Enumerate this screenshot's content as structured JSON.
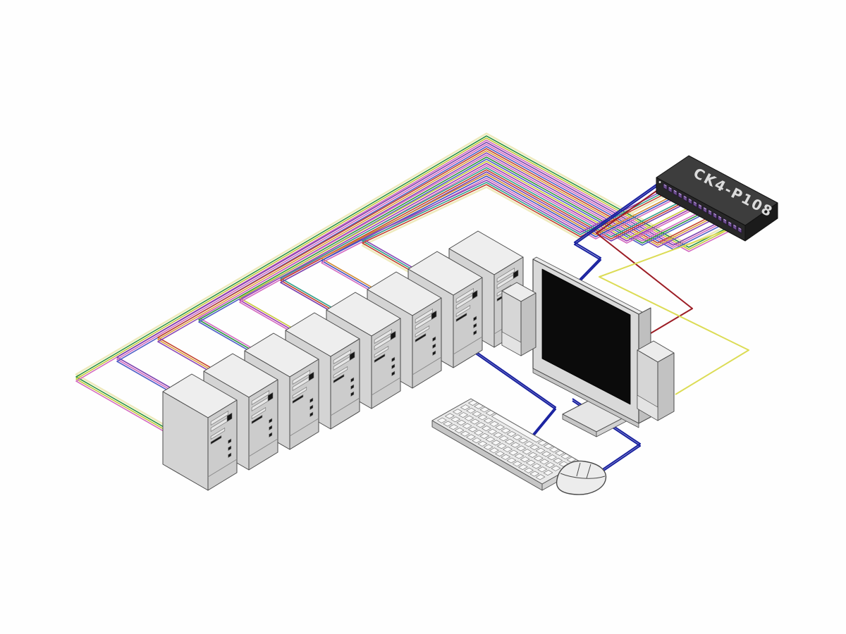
{
  "scene": {
    "background": "#fefefe",
    "kvm_switch": {
      "label": "CK4-P108",
      "label_color": "#dcdcdc",
      "top_color": "#3d3d3d",
      "front_color": "#272727",
      "side_color": "#1b1b1b",
      "port_color": "#6f4f92",
      "port_count": 16
    },
    "computers": {
      "count": 8,
      "side_color": "#d4d4d4",
      "front_color": "#cccccc",
      "top_color": "#eeeeee",
      "stroke": "#4a4a4a",
      "detail_color": "#161616",
      "slot_color": "#e6e6e6"
    },
    "monitor": {
      "bezel_color": "#d9d9d9",
      "screen_color": "#0b0b0b",
      "side_color": "#bfbfbf",
      "stroke": "#4a4a4a"
    },
    "speakers": {
      "count": 2,
      "front_color": "#d6d6d6",
      "top_color": "#ececec",
      "side_color": "#c2c2c2",
      "grille_color": "#e3e3e3",
      "stroke": "#4a4a4a"
    },
    "keyboard": {
      "top_color": "#e9e9e9",
      "side_color": "#c6c6c6",
      "key_color": "#f7f7f7",
      "key_stroke": "#7a7a7a",
      "stroke": "#555555",
      "rows": 5,
      "cols": 18
    },
    "mouse": {
      "body_color": "#ececec",
      "stroke": "#4a4a4a"
    },
    "cables": {
      "halo_color": "#eeeabc",
      "kvm_groups": [
        {
          "computer": 1,
          "colors": [
            "#2f9440",
            "#c3c93a",
            "#d46cc0"
          ]
        },
        {
          "computer": 2,
          "colors": [
            "#7b3fae",
            "#d46cc0",
            "#5160c8"
          ]
        },
        {
          "computer": 3,
          "colors": [
            "#c2452f",
            "#e0a23c",
            "#8a4ab8"
          ]
        },
        {
          "computer": 4,
          "colors": [
            "#d46cc0",
            "#2f9440",
            "#5160c8"
          ]
        },
        {
          "computer": 5,
          "colors": [
            "#c8c83c",
            "#a03cb4",
            "#d46cc0"
          ]
        },
        {
          "computer": 6,
          "colors": [
            "#32a08c",
            "#c2452f",
            "#7b3fae"
          ]
        },
        {
          "computer": 7,
          "colors": [
            "#d08a30",
            "#4452c0",
            "#d46cc0"
          ]
        },
        {
          "computer": 8,
          "colors": [
            "#8a4ab8",
            "#32a08c",
            "#c2452f"
          ]
        }
      ],
      "console": {
        "keyboard_video_mouse": "#1a22a0",
        "monitor_link": "#9c1c24",
        "speaker_link": "#dcdc55"
      }
    }
  }
}
